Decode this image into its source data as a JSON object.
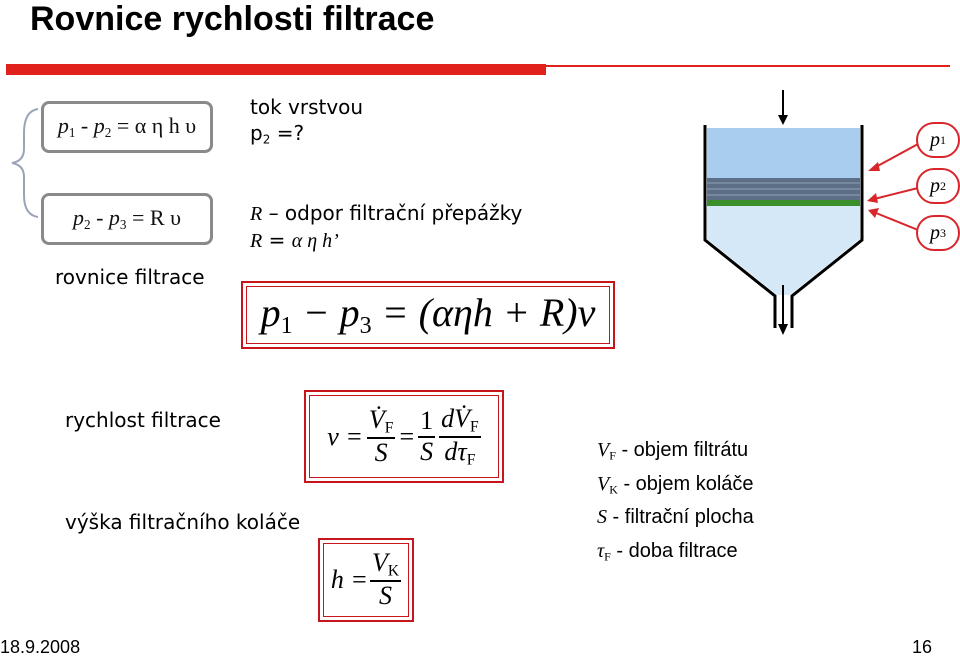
{
  "title": "Rovnice rychlosti filtrace",
  "eq1": {
    "a": "p",
    "s1": "1",
    "minus": " - ",
    "b": "p",
    "s2": "2",
    "rest": " = α η h υ"
  },
  "eq2": {
    "a": "p",
    "s1": "2",
    "minus": " - ",
    "b": "p",
    "s2": "3",
    "rest": " = R υ"
  },
  "tok": {
    "line1": "tok vrstvou",
    "p": "p",
    "sub": "2",
    "rest": " =?"
  },
  "R_def": {
    "sym": "R",
    "text": " – odpor filtrační přepážky",
    "eq": "R = ",
    "formula": "α η h’"
  },
  "label_equation": "rovnice filtrace",
  "main_eq": {
    "p1": "p",
    "s1": "1",
    "minus": " − ",
    "p3": "p",
    "s3": "3",
    "rest": " = (αηh + R)v"
  },
  "label_speed": "rychlost filtrace",
  "speed_eq": {
    "v": "v =",
    "num1": "V̇",
    "sub1": "F",
    "den1": "S",
    "eq": "=",
    "num2": "1",
    "den2": "S",
    "num3": "dV̇",
    "sub3": "F",
    "den3": "dτ",
    "sub4": "F"
  },
  "label_height": "výška filtračního koláče",
  "height_eq": {
    "h": "h =",
    "num": "V",
    "sub": "K",
    "den": "S"
  },
  "legend": [
    {
      "sym": "V",
      "sub": "F",
      "text": " - objem filtrátu"
    },
    {
      "sym": "V",
      "sub": "K",
      "text": " - objem koláče"
    },
    {
      "sym": "S",
      "sub": "",
      "text": " - filtrační plocha"
    },
    {
      "sym": "τ",
      "sub": "F",
      "text": "  -  doba filtrace"
    }
  ],
  "pressures": [
    {
      "p": "p",
      "sub": "1"
    },
    {
      "p": "p",
      "sub": "2"
    },
    {
      "p": "p",
      "sub": "3"
    }
  ],
  "colors": {
    "accent": "#e1221c",
    "liquid": "#a8cdef",
    "cake": "#5d6f86",
    "mesh": "#3a8f2a",
    "filtrate": "#d5e8f8"
  },
  "footer": {
    "date": "18.9.2008",
    "page": "16"
  }
}
